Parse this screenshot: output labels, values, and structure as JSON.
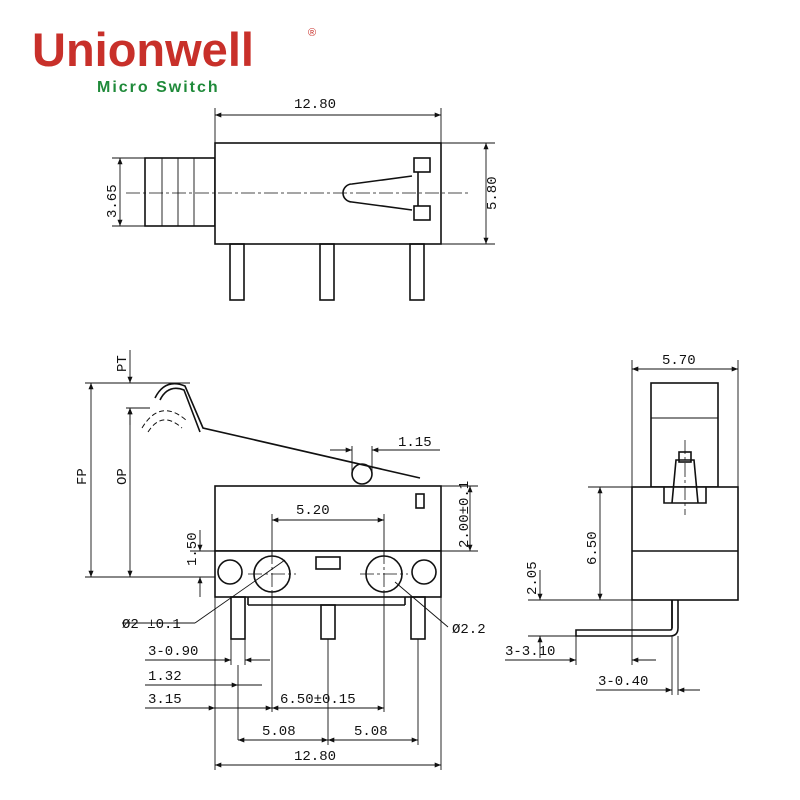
{
  "brand": {
    "name": "Unionwell",
    "registered": "®",
    "tagline": "Micro Switch",
    "name_color": "#c8302a",
    "tagline_color": "#1f8a3a"
  },
  "top_view": {
    "width": "12.80",
    "height": "5.80",
    "plunger": "3.65"
  },
  "front_view": {
    "pt": "PT",
    "fp": "FP",
    "op": "OP",
    "lever_offset": "1.15",
    "top_height": "2.00±0.1",
    "hole_spacing": "5.20",
    "base_height": "1.50",
    "mount_hole": "Ø2 ±0.1",
    "side_hole": "Ø2.2",
    "pin_width": "3-0.90",
    "pin_offset_a": "1.32",
    "pin_offset_b": "3.15",
    "hole_pitch": "6.50±0.15",
    "pin_pitch_left": "5.08",
    "pin_pitch_right": "5.08",
    "overall_width": "12.80"
  },
  "side_view": {
    "width": "5.70",
    "body_height": "6.50",
    "pin_height": "2.05",
    "pin_length": "3-3.10",
    "pin_thickness": "3-0.40"
  }
}
